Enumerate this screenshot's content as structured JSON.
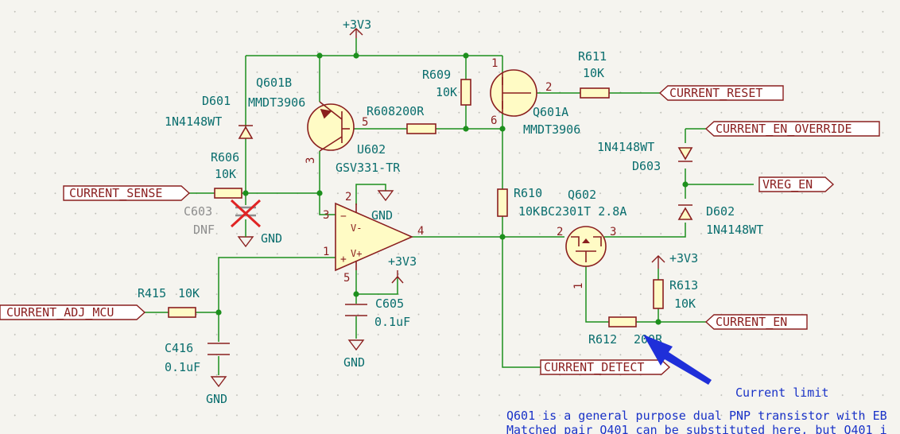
{
  "power": {
    "vcc_top": "+3V3",
    "vcc_opamp": "+3V3",
    "vcc_r613": "+3V3",
    "gnd_u602": "GND",
    "gnd_c603": "GND",
    "gnd_c605": "GND",
    "gnd_c416": "GND"
  },
  "components": {
    "Q601B": {
      "ref": "Q601B",
      "value": "MMDT3906",
      "pins": [
        "3",
        "5"
      ]
    },
    "Q601A": {
      "ref": "Q601A",
      "value": "MMDT3906",
      "pins": [
        "1",
        "2",
        "6"
      ]
    },
    "D601": {
      "ref": "D601",
      "value": "1N4148WT"
    },
    "R606": {
      "ref": "R606",
      "value": "10K"
    },
    "C603": {
      "ref": "C603",
      "value": "DNF"
    },
    "R609": {
      "ref": "R609",
      "value": "10K"
    },
    "R608": {
      "ref": "R608200R"
    },
    "R611": {
      "ref": "R611",
      "value": "10K"
    },
    "U602": {
      "ref": "U602",
      "value": "GSV331-TR",
      "pins": [
        "2",
        "3",
        "1",
        "4",
        "5"
      ]
    },
    "R610": {
      "ref": "R610",
      "value": "10K"
    },
    "Q602": {
      "ref": "Q602",
      "value": "BC2301T 2.8A",
      "pins": [
        "2",
        "3",
        "1"
      ]
    },
    "D603": {
      "ref": "D603",
      "value": "1N4148WT"
    },
    "D602": {
      "ref": "D602",
      "value": "1N4148WT"
    },
    "R613": {
      "ref": "R613",
      "value": "10K"
    },
    "R612": {
      "ref": "R612",
      "value": "200R"
    },
    "C605": {
      "ref": "C605",
      "value": "0.1uF"
    },
    "R415": {
      "ref": "R415",
      "value": "10K"
    },
    "C416": {
      "ref": "C416",
      "value": "0.1uF"
    }
  },
  "labels": {
    "current_sense": "CURRENT_SENSE",
    "current_reset": "CURRENT_RESET",
    "current_en_override": "CURRENT_EN_OVERRIDE",
    "vreg_en": "VREG_EN",
    "current_adj_mcu": "CURRENT_ADJ_MCU",
    "current_en": "CURRENT_EN",
    "current_detect": "CURRENT_DETECT"
  },
  "notes": {
    "arrow_note": "Current limit",
    "line1": "Q601 is a general purpose dual PNP transistor with EB",
    "line2": "Matched pair Q401 can be substituted here, but Q401 i"
  },
  "colors": {
    "wire": "#1d8f1d",
    "symbol": "#8a1e1e",
    "symbol_fill": "#fffbc5",
    "text": "#0a6e6e",
    "note": "#1a33c8",
    "dnf_mark": "#e02424"
  }
}
